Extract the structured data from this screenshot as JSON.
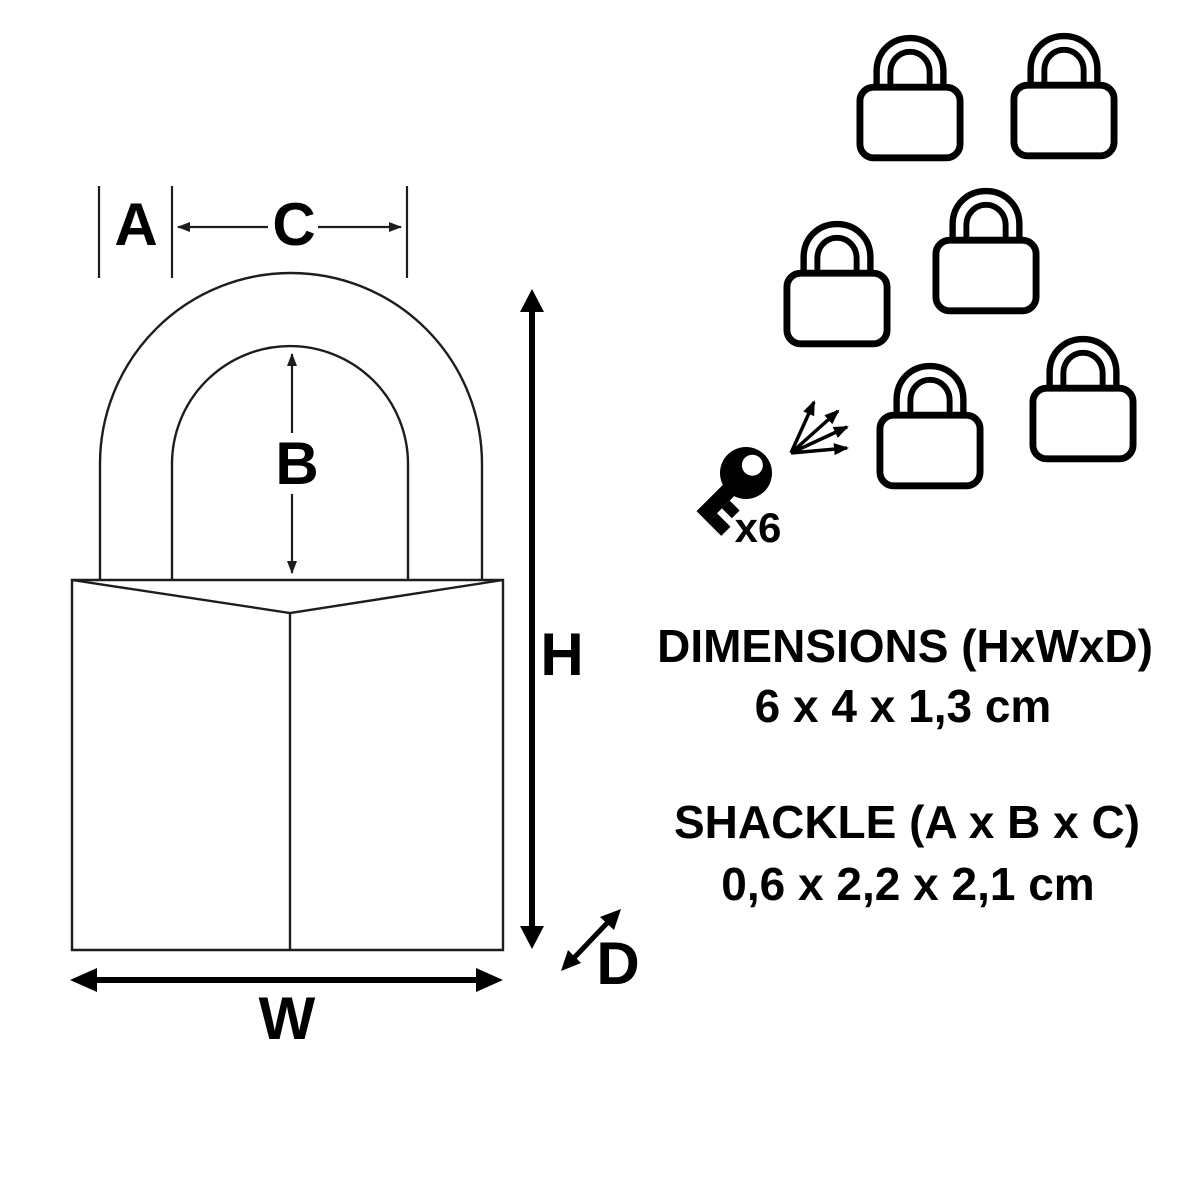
{
  "diagram": {
    "labels": {
      "A": "A",
      "B": "B",
      "C": "C",
      "H": "H",
      "W": "W",
      "D": "D"
    }
  },
  "keys": {
    "count_label": "x6"
  },
  "specs": {
    "dimensions_title": "DIMENSIONS (HxWxD)",
    "dimensions_value": "6 x 4 x 1,3 cm",
    "shackle_title": "SHACKLE (A x B x C)",
    "shackle_value": "0,6 x 2,2 x 2,1 cm"
  },
  "icons": {
    "padlock": "padlock-icon",
    "padlock_count": 6,
    "key": "key-icon",
    "key_arrows": "key-to-locks-arrows"
  },
  "colors": {
    "line": "#1d1d1b",
    "text": "#000000",
    "background": "#ffffff"
  }
}
